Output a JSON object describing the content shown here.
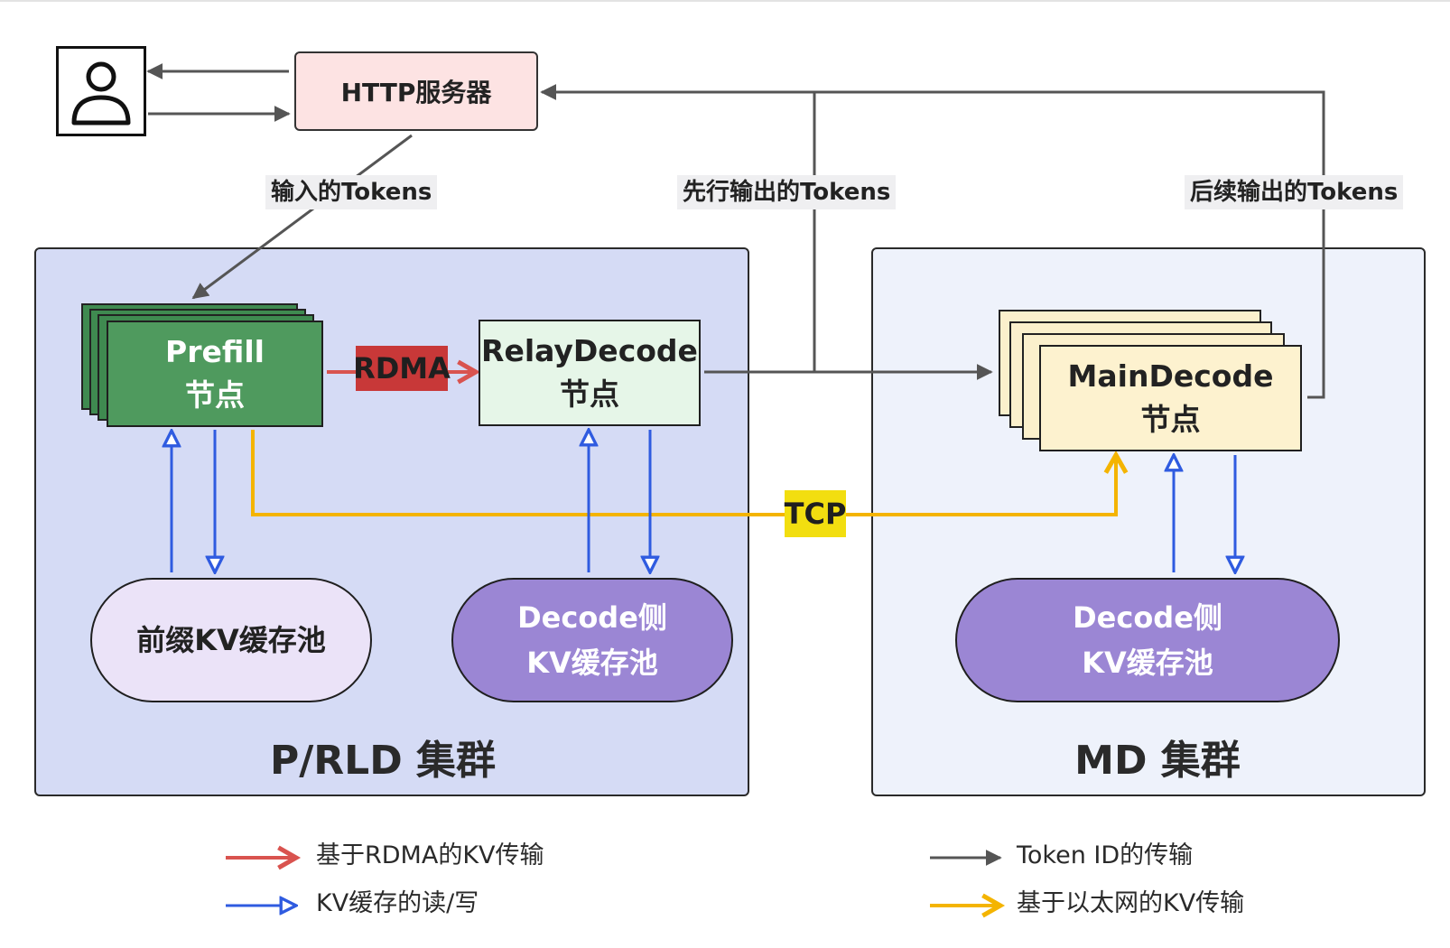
{
  "nodes": {
    "http_server": "HTTP服务器",
    "prefill": {
      "line1": "Prefill",
      "line2": "节点"
    },
    "relay_decode": {
      "line1": "RelayDecode",
      "line2": "节点"
    },
    "main_decode": {
      "line1": "MainDecode",
      "line2": "节点"
    }
  },
  "edge_labels": {
    "input_tokens": "输入的Tokens",
    "first_output_tokens": "先行输出的Tokens",
    "later_output_tokens": "后续输出的Tokens",
    "rdma": "RDMA",
    "tcp": "TCP"
  },
  "pools": {
    "prefix_kv": "前缀KV缓存池",
    "relay_decode_kv": {
      "line1": "Decode侧",
      "line2": "KV缓存池"
    },
    "main_decode_kv": {
      "line1": "Decode侧",
      "line2": "KV缓存池"
    }
  },
  "clusters": {
    "prld": "P/RLD 集群",
    "md": "MD 集群"
  },
  "legend": [
    {
      "label": "基于RDMA的KV传输",
      "color": "#d9534f"
    },
    {
      "label": "KV缓存的读/写",
      "color": "#2f5be0"
    },
    {
      "label": "Token ID的传输",
      "color": "#555555"
    },
    {
      "label": "基于以太网的KV传输",
      "color": "#f4b400"
    }
  ],
  "icons": {
    "user": "user-icon"
  }
}
